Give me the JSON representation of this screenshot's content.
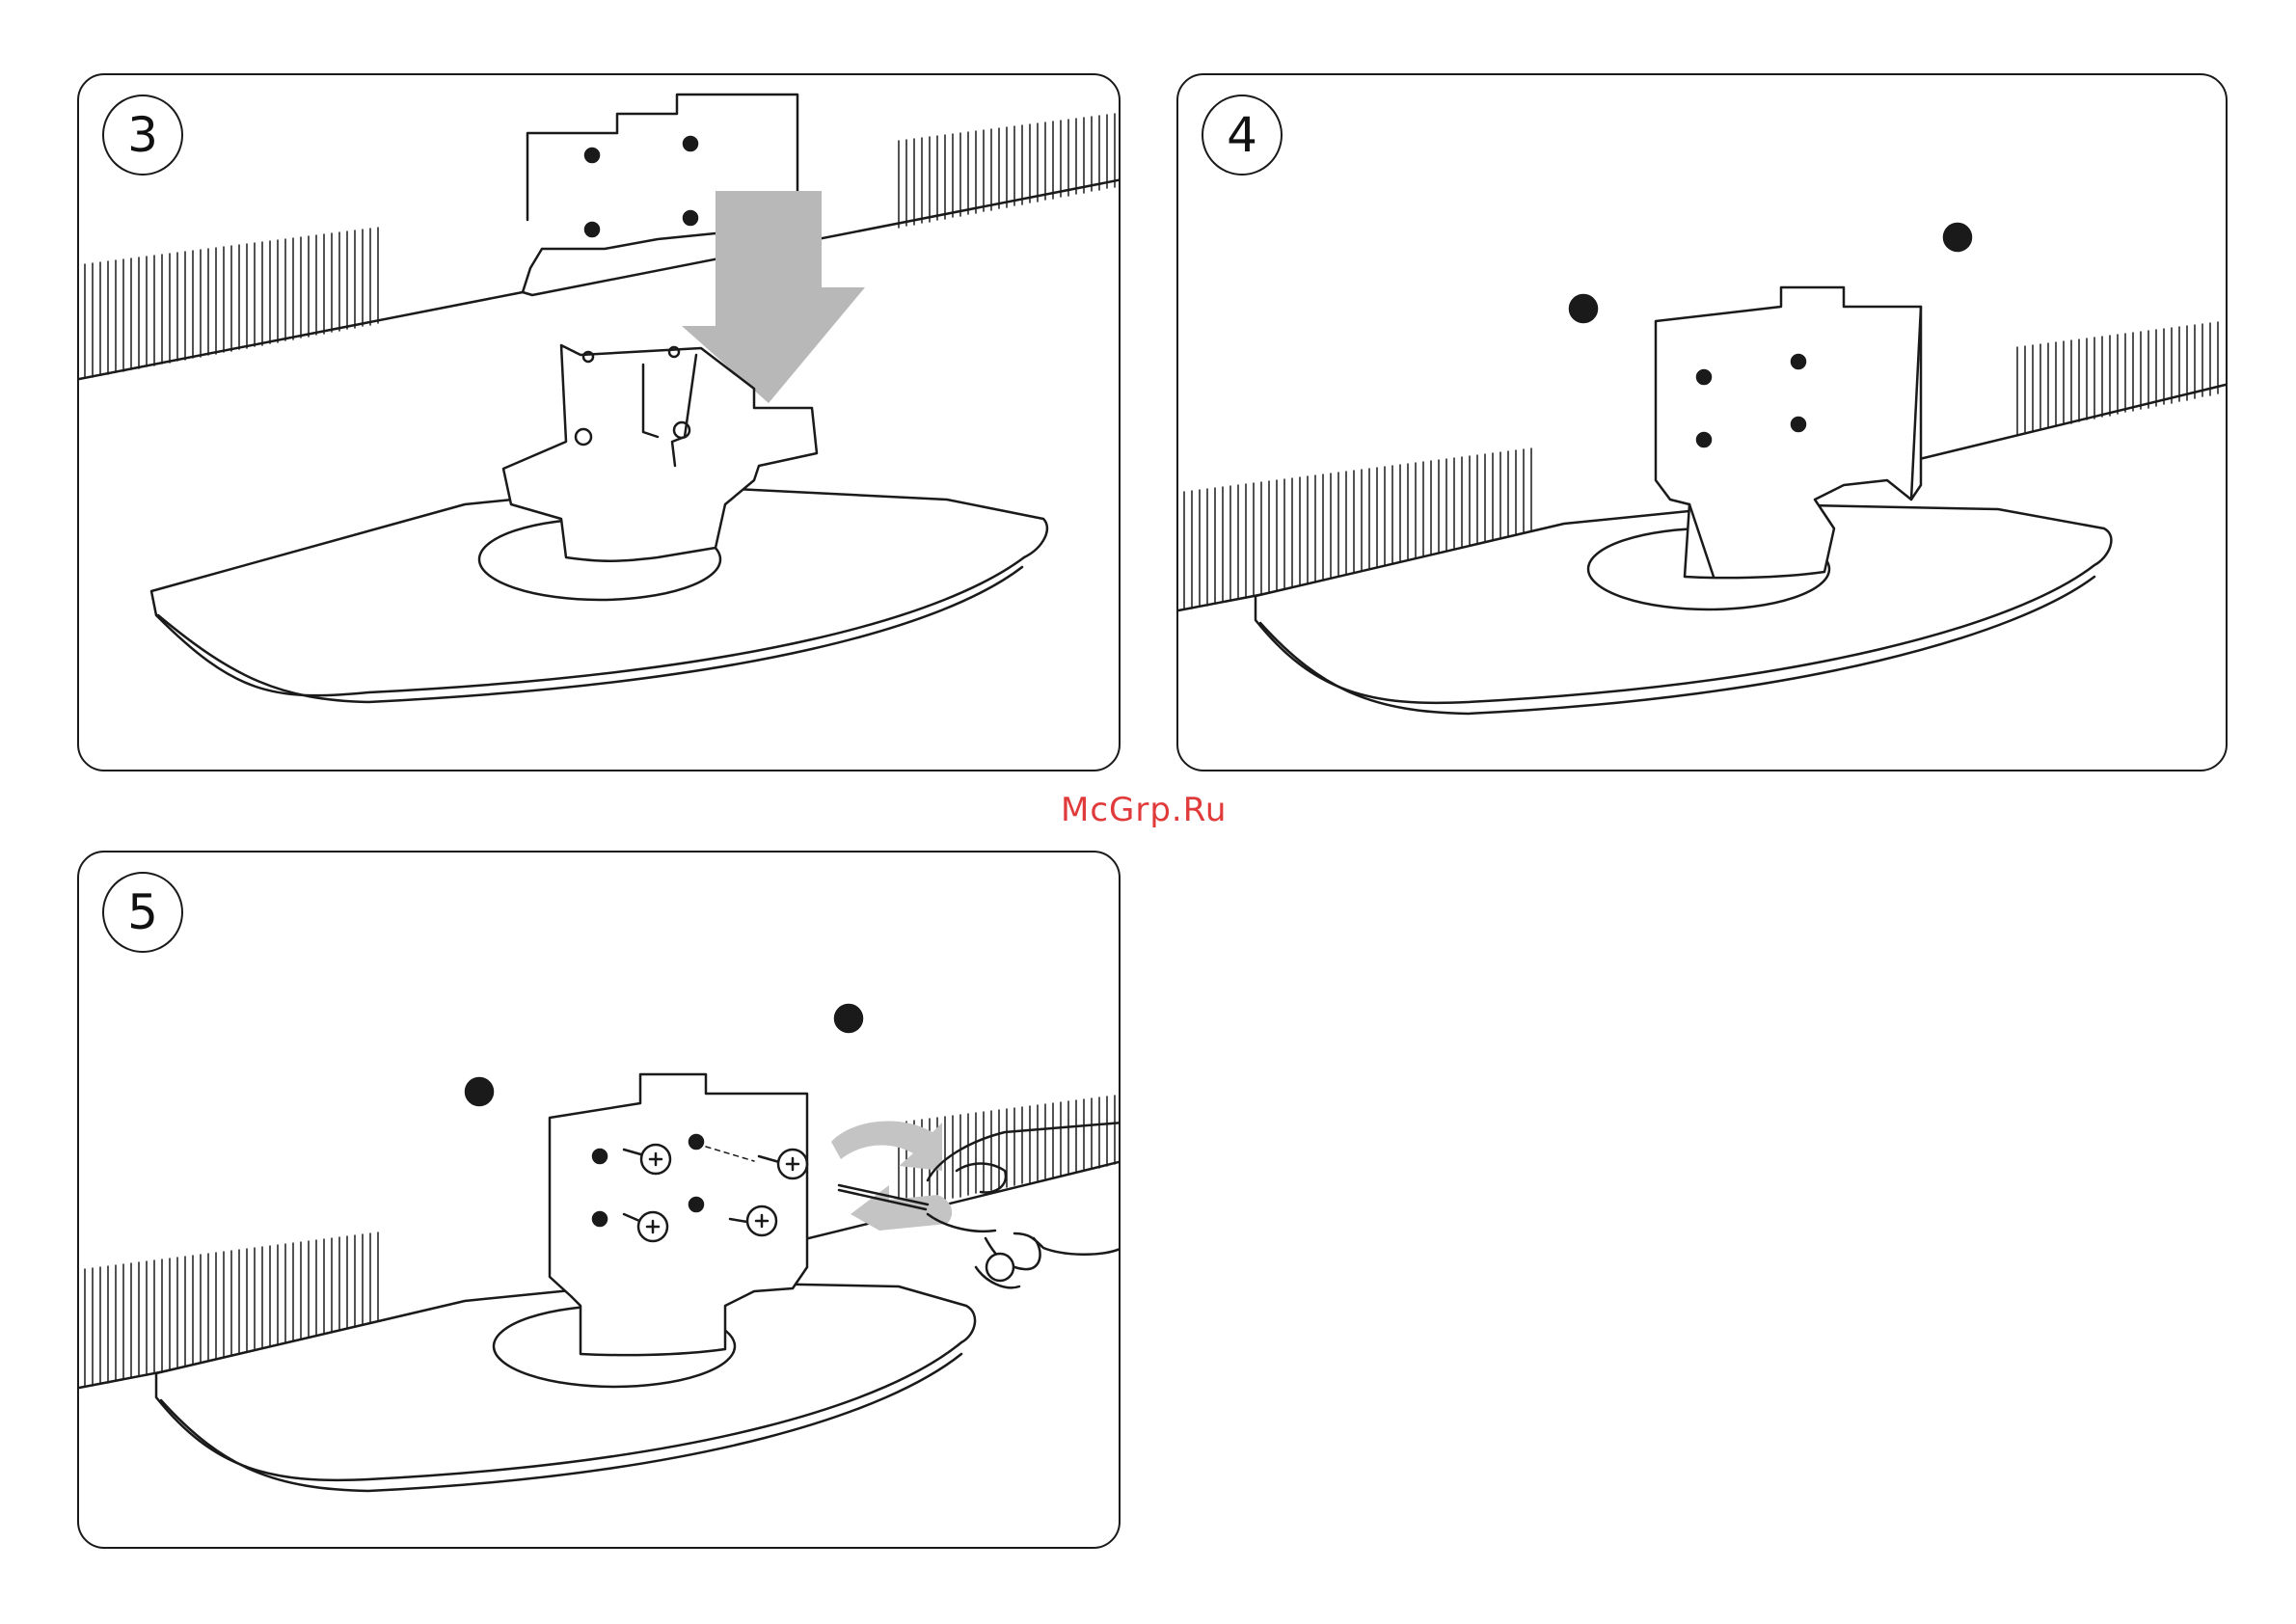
{
  "steps": [
    {
      "number": "3",
      "illustration": "stand-bracket-insert"
    },
    {
      "number": "4",
      "illustration": "stand-attached"
    },
    {
      "number": "5",
      "illustration": "screws-fastened"
    }
  ],
  "watermark": "McGrp.Ru",
  "colors": {
    "line": "#1a1a1a",
    "arrow": "#b8b8b8",
    "watermark": "#e03a3a"
  }
}
